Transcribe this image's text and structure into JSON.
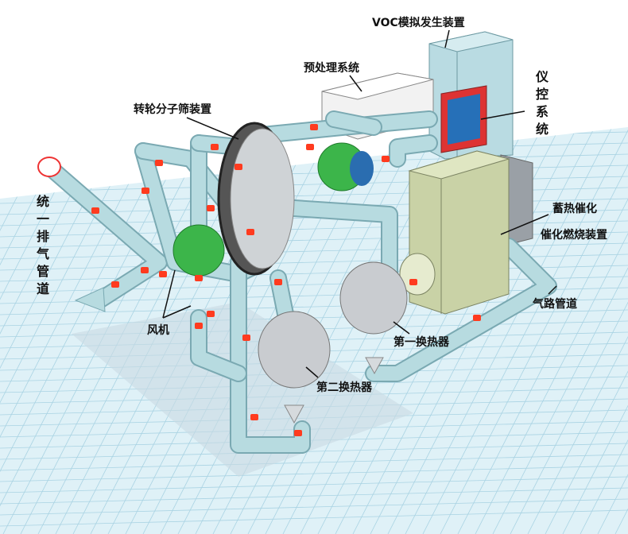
{
  "labels": {
    "voc_generator": "VOC模拟发生装置",
    "pretreatment": "预处理系统",
    "rotor_sieve": "转轮分子筛装置",
    "instrument_control": "仪控系统",
    "exhaust_pipe": "统一排气管道",
    "regenerative_catalytic": "蓄热催化",
    "catalytic_combustion": "催化燃烧装置",
    "gas_pipe": "气路管道",
    "fan": "风机",
    "heat_exchanger_1": "第一换热器",
    "heat_exchanger_2": "第二换热器"
  },
  "colors": {
    "floor": "#dff1f7",
    "grid": "#a9d3e3",
    "pipe": "#b7dbe0",
    "pipe_edge": "#7aa9b2",
    "arrow": "#ff3b1f",
    "fan": "#3cb54a",
    "catalytic_box": "#c9d2a6",
    "voc_tower": "#b9dbe2"
  }
}
